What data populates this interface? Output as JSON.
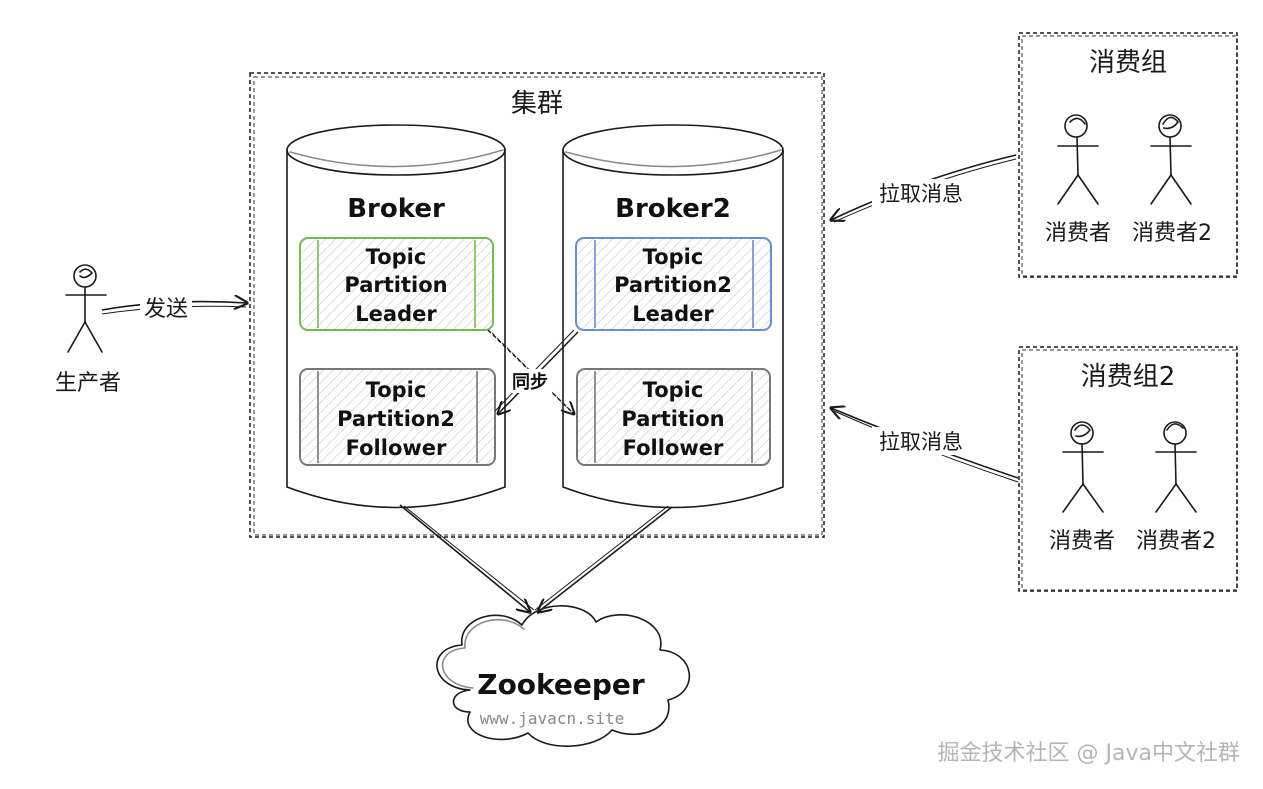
{
  "producer": {
    "label": "生产者"
  },
  "send_label": "发送",
  "cluster": {
    "title": "集群",
    "brokers": [
      {
        "name": "Broker",
        "leader": {
          "line1": "Topic",
          "line2": "Partition",
          "line3": "Leader"
        },
        "follower": {
          "line1": "Topic",
          "line2": "Partition2",
          "line3": "Follower"
        }
      },
      {
        "name": "Broker2",
        "leader": {
          "line1": "Topic",
          "line2": "Partition2",
          "line3": "Leader"
        },
        "follower": {
          "line1": "Topic",
          "line2": "Partition",
          "line3": "Follower"
        }
      }
    ],
    "sync_label": "同步"
  },
  "consumer_groups": [
    {
      "title": "消费组",
      "consumer1": "消费者",
      "consumer2": "消费者2",
      "pull_label": "拉取消息"
    },
    {
      "title": "消费组2",
      "consumer1": "消费者",
      "consumer2": "消费者2",
      "pull_label": "拉取消息"
    }
  ],
  "zookeeper": {
    "title": "Zookeeper",
    "site": "www.javacn.site"
  },
  "watermark": "掘金技术社区 @ Java中文社群",
  "colors": {
    "leader_green": "#7ab85a",
    "leader_blue": "#6a8fc8",
    "follower_gray": "#777777",
    "hatch_gray": "#c8c8c8"
  }
}
